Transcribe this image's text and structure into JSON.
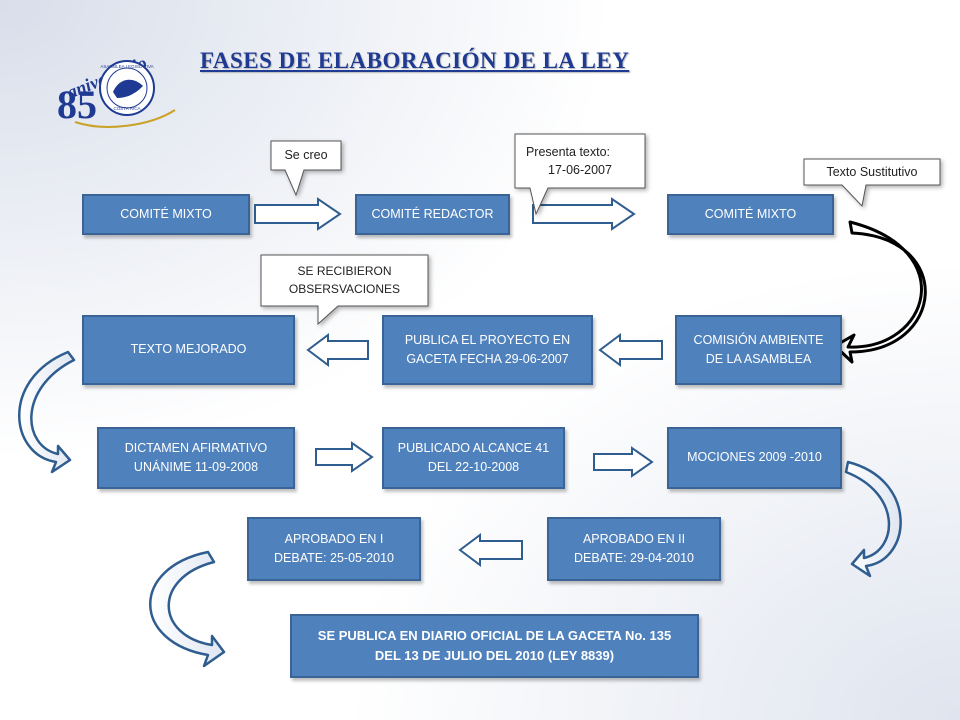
{
  "title": "FASES DE ELABORACIÓN DE LA LEY",
  "logo": {
    "word": "aniversario",
    "number": "85",
    "seal_text_top": "ASAMBLEA LEGISLATIVA",
    "seal_text_bottom": "COSTA RICA"
  },
  "colors": {
    "box_fill": "#4f81bd",
    "box_border": "#3a6496",
    "title": "#1f3a93",
    "arrow_stroke": "#2f5d8f"
  },
  "callouts": {
    "se_creo": "Se creo",
    "presenta_texto_line1": "Presenta texto:",
    "presenta_texto_line2": "17-06-2007",
    "texto_sustitutivo": "Texto Sustitutivo",
    "observaciones_line1": "SE RECIBIERON",
    "observaciones_line2": "OBSERSVACIONES"
  },
  "boxes": {
    "comite_mixto_1": "COMITÉ MIXTO",
    "comite_redactor": "COMITÉ REDACTOR",
    "comite_mixto_2": "COMITÉ MIXTO",
    "texto_mejorado": "TEXTO MEJORADO",
    "publica_proyecto_l1": "PUBLICA EL PROYECTO EN",
    "publica_proyecto_l2": "GACETA FECHA 29-06-2007",
    "comision_l1": "COMISIÓN AMBIENTE",
    "comision_l2": "DE LA ASAMBLEA",
    "dictamen_l1": "DICTAMEN AFIRMATIVO",
    "dictamen_l2": "UNÁNIME  11-09-2008",
    "alcance_l1": "PUBLICADO ALCANCE 41",
    "alcance_l2": "DEL 22-10-2008",
    "mociones": "MOCIONES 2009 -2010",
    "aprobado_i_l1": "APROBADO EN I",
    "aprobado_i_l2": "DEBATE: 25-05-2010",
    "aprobado_ii_l1": "APROBADO EN II",
    "aprobado_ii_l2": "DEBATE: 29-04-2010",
    "final_l1": "SE PUBLICA EN DIARIO OFICIAL DE LA GACETA No. 135",
    "final_l2": "DEL 13 DE JULIO DEL 2010 (LEY 8839)"
  }
}
